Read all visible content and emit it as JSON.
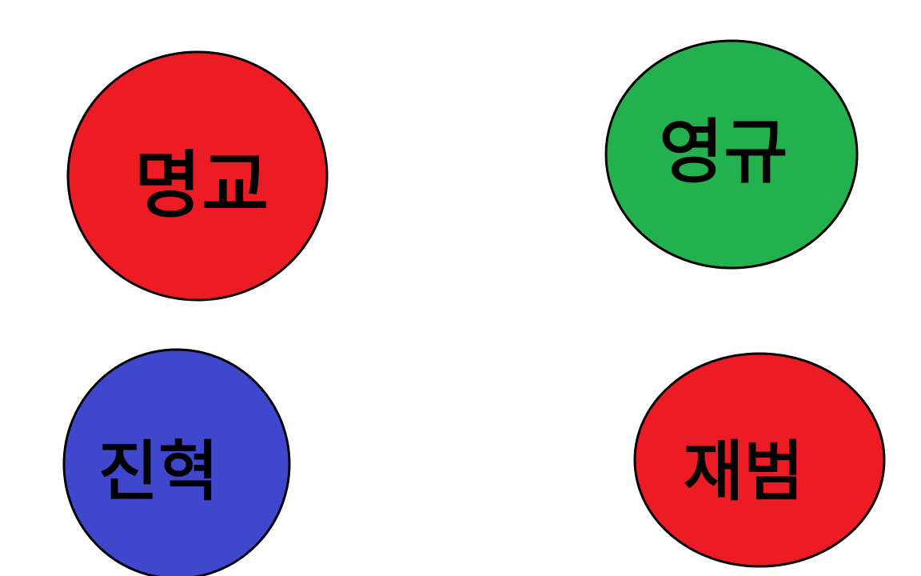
{
  "colors": {
    "background": "#ffffff",
    "outline": "#000000",
    "red": "#ed1c24",
    "green": "#22b14c",
    "blue": "#3f48cc"
  },
  "circles": [
    {
      "label": "명교",
      "color": "#ed1c24"
    },
    {
      "label": "영규",
      "color": "#22b14c"
    },
    {
      "label": "진혁",
      "color": "#3f48cc"
    },
    {
      "label": "재범",
      "color": "#ed1c24"
    }
  ]
}
